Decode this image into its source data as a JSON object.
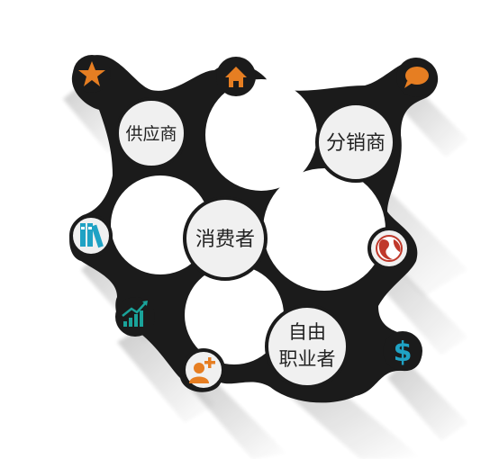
{
  "nodes": {
    "supplier": "供应商",
    "distributor": "分销商",
    "consumer": "消费者",
    "freelancer_line1": "自由",
    "freelancer_line2": "职业者"
  },
  "icons": {
    "star": "star-icon",
    "home": "home-icon",
    "chat": "speech-bubble-icon",
    "binders": "binders-icon",
    "globe": "globe-icon",
    "growth": "bar-chart-growth-icon",
    "add_user": "add-user-icon",
    "dollar": "dollar-icon"
  },
  "colors": {
    "dark": "#1b1b1b",
    "accent_orange": "#e67e22",
    "accent_blue": "#1fa2c4",
    "accent_red": "#c0392b",
    "accent_teal": "#1aa39a"
  }
}
